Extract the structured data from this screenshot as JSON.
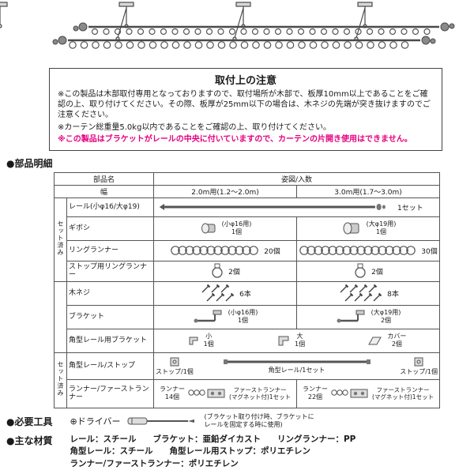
{
  "notice": {
    "title": "取付上の注意",
    "para1": "※この製品は木部取付専用となっておりますので、取付場所が木部で、板厚10mm以上であることをご確認の上、取り付けてください。その際、板厚が25mm以下の場合は、木ネジの先端が突き抜けますのでご注意ください。",
    "para2": "※カーテン総重量5.0kg以内であることをご確認の上、取り付けてください。",
    "para3": "※この製品はブラケットがレールの中央に付いていますので、カーテンの片開き使用はできません。",
    "warning_color": "#e4007f"
  },
  "parts_table": {
    "section_title": "●部品明細",
    "header_part_name": "部品名",
    "header_figure": "姿図/入数",
    "header_width": "幅",
    "header_col2": "2.0m用(1.2〜2.0m)",
    "header_col3": "3.0m用(1.7〜3.0m)",
    "set_label_top": "セット済み",
    "set_label_bottom": "セット済み",
    "rows": {
      "rail": {
        "name": "レール(小φ16/大φ19)",
        "qty": "1セット"
      },
      "giboshi": {
        "name": "ギボシ",
        "qty2_label": "(小φ16用)",
        "qty2": "1個",
        "qty3_label": "(大φ19用)",
        "qty3": "1個"
      },
      "ring_runner": {
        "name": "リングランナー",
        "qty2": "20個",
        "qty3": "30個"
      },
      "stop_ring_runner": {
        "name": "ストップ用リングランナー",
        "qty2": "2個",
        "qty3": "2個"
      },
      "wood_screw": {
        "name": "木ネジ",
        "qty2": "6本",
        "qty3": "8本"
      },
      "bracket": {
        "name": "ブラケット",
        "qty2_label": "(小φ16用)",
        "qty2": "1個",
        "qty3_label": "(大φ19用)",
        "qty3": "2個"
      },
      "square_rail_bracket": {
        "name": "角型レール用ブラケット",
        "small_label": "小",
        "small_qty": "1個",
        "large_label": "大",
        "large_qty": "1個",
        "cover_label": "カバー",
        "cover_qty": "2個"
      },
      "square_rail_stop": {
        "name": "角型レール/ストップ",
        "stop_left": "ストップ/1個",
        "rail_center": "角型レール/1セット",
        "stop_right": "ストップ/1個"
      },
      "runner": {
        "name": "ランナー/ファーストランナー",
        "runner2_label": "ランナー",
        "runner2_qty": "14個",
        "first2_label": "ファーストランナー",
        "first2_note": "(マグネット付)1セット",
        "runner3_label": "ランナー",
        "runner3_qty": "22個",
        "first3_label": "ファーストランナー",
        "first3_note": "(マグネット付)1セット"
      }
    }
  },
  "tools": {
    "section_title": "●必要工具",
    "item_label": "⊕ドライバー",
    "note_line1": "(ブラケット取り付け時、ブラケットに",
    "note_line2": "レールを固定する時に使用)"
  },
  "materials": {
    "section_title": "●主な材質",
    "line1": "レール：スチール　　ブラケット：亜鉛ダイカスト　　リングランナー：PP",
    "line2": "角型レール：スチール　　角型レール用ストップ：ポリエチレン",
    "line3": "ランナー/ファーストランナー：ポリエチレン"
  }
}
